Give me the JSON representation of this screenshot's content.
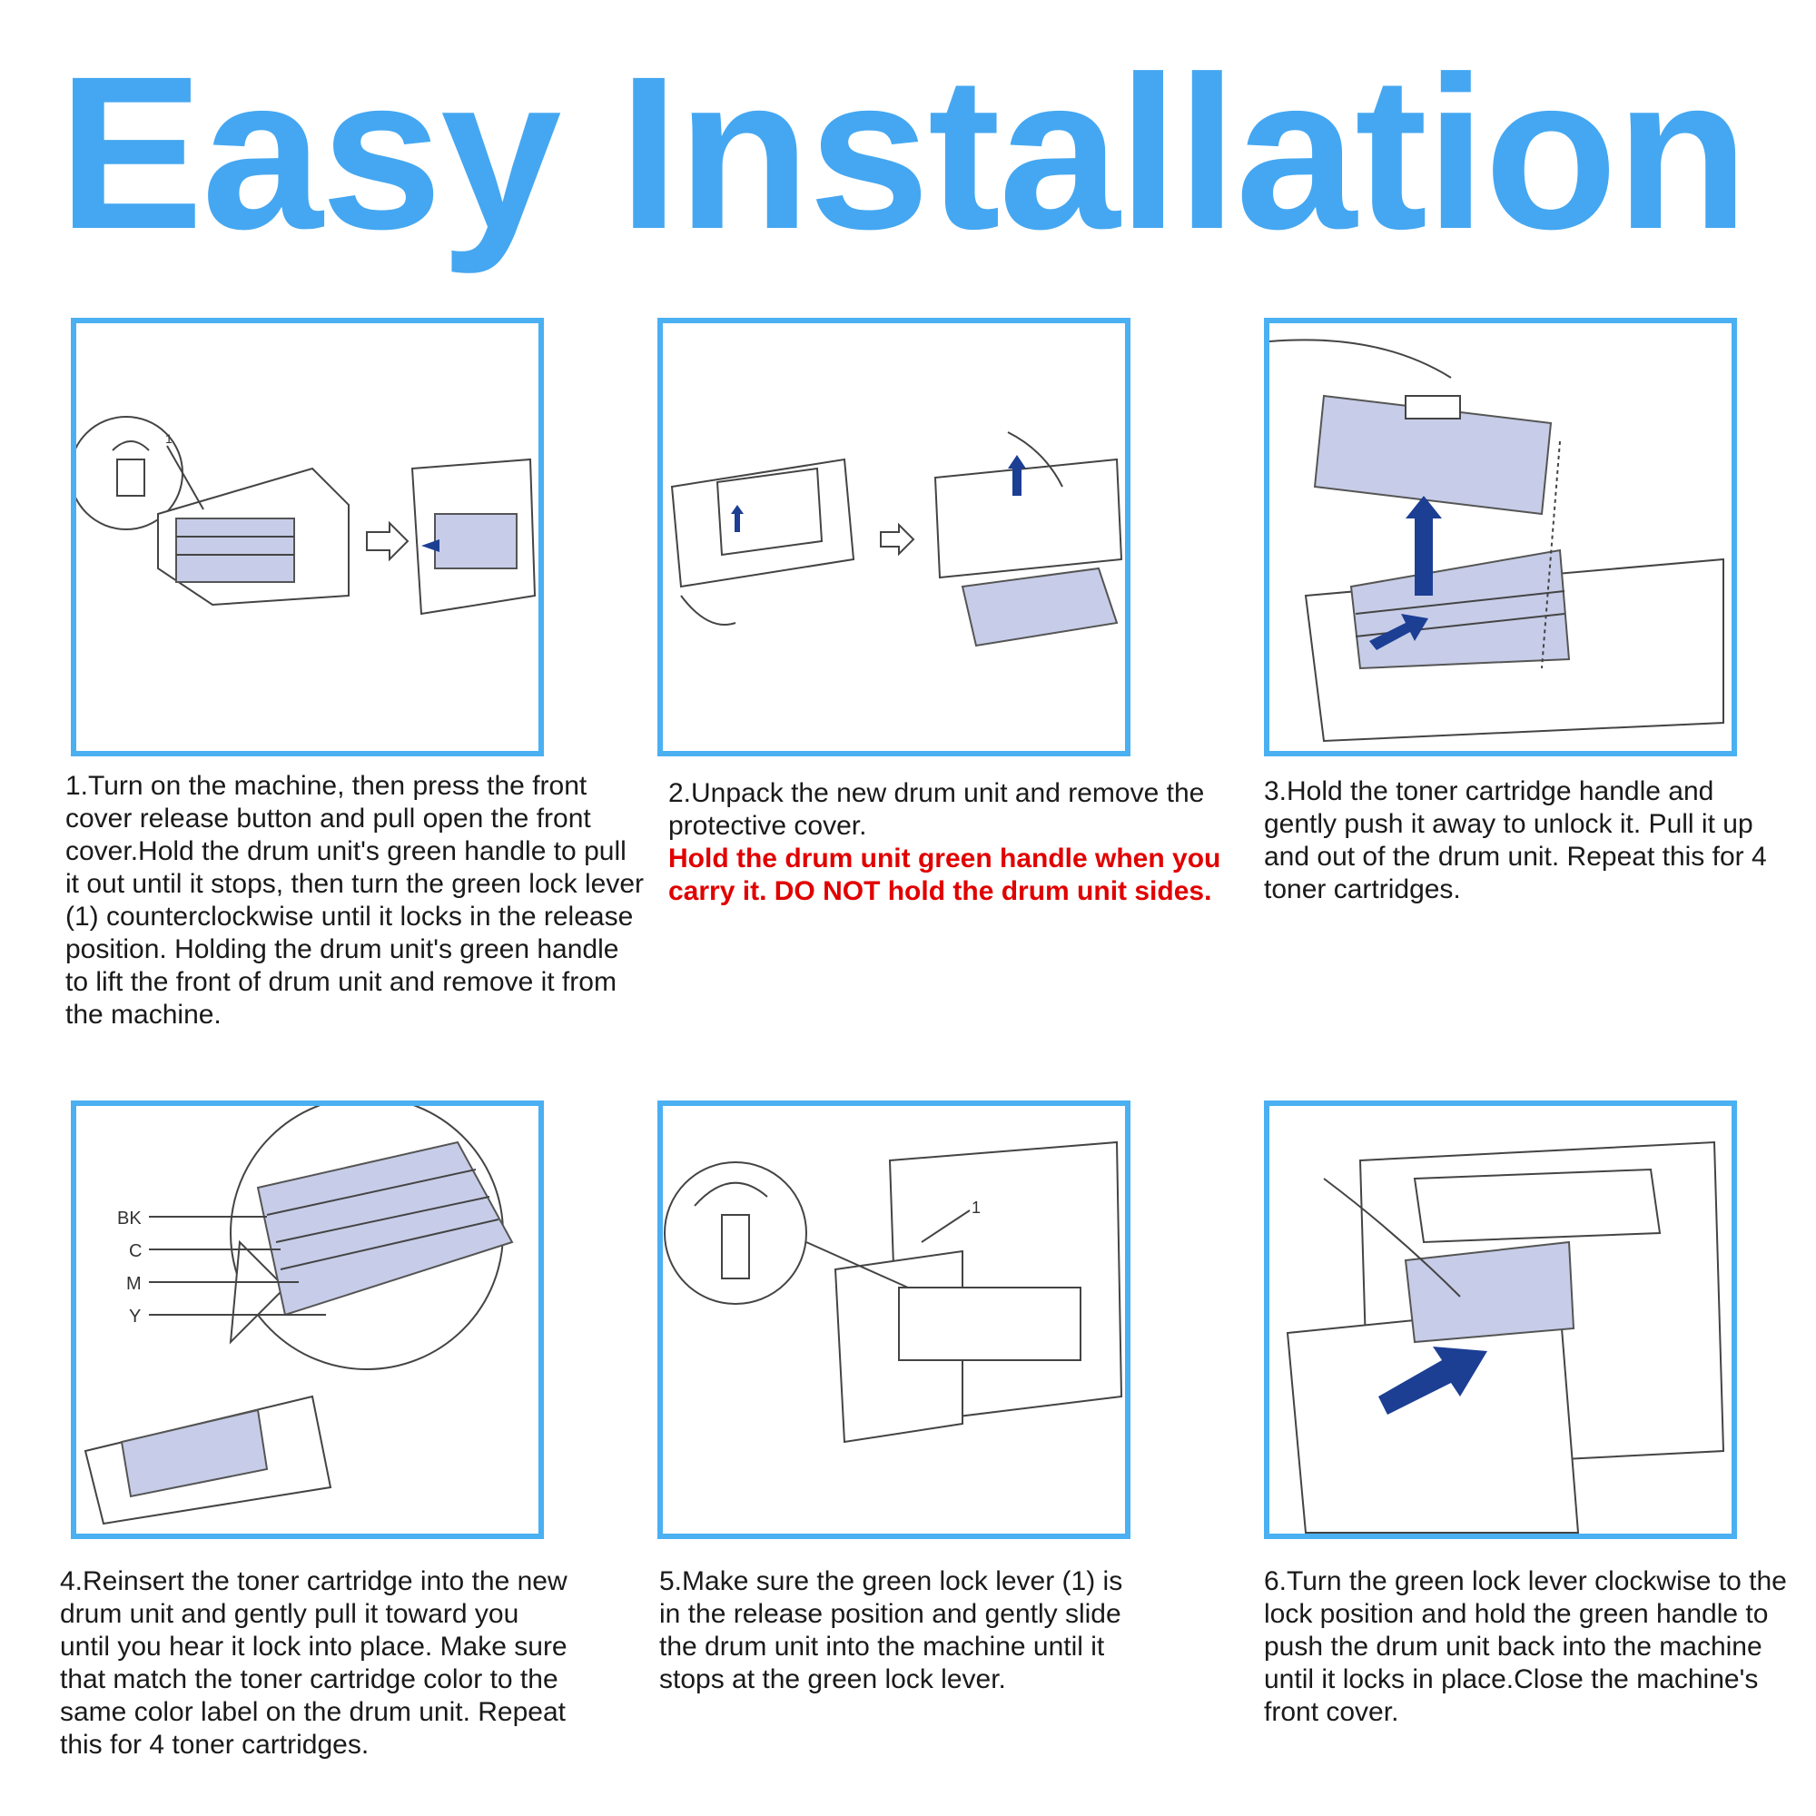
{
  "title": "Easy Installation",
  "steps": [
    {
      "text": "1.Turn on the machine, then press the front cover release button and pull open the front cover.Hold the drum unit's green handle to pull it out until it stops, then turn the green lock lever (1) counterclockwise until it locks in the release position. Holding the drum unit's green handle to lift the front of drum unit and remove it from the machine.",
      "callout": "1"
    },
    {
      "text": "2.Unpack the new drum unit and remove the protective cover.",
      "warning": "Hold the drum unit green handle when you carry it. DO NOT hold the drum unit sides."
    },
    {
      "text": "3.Hold the toner cartridge handle and gently push it away to unlock it. Pull it up and out of the drum unit. Repeat this for 4 toner cartridges."
    },
    {
      "text": "4.Reinsert the toner cartridge into the new drum unit and gently pull it toward you until you hear it lock into place. Make sure that match the toner cartridge color to the same color label on the drum unit. Repeat this for 4 toner cartridges.",
      "labels": [
        "BK",
        "C",
        "M",
        "Y"
      ]
    },
    {
      "text": "5.Make sure the green lock lever (1) is in the release position and gently slide the drum unit into the machine until it stops at the green lock lever.",
      "callout": "1"
    },
    {
      "text": "6.Turn the green lock lever clockwise to the lock position and hold the green handle to push the drum unit back into the machine until it locks in place.Close the machine's front cover."
    }
  ],
  "colors": {
    "title": "#45a7f1",
    "frame": "#4ab0f2",
    "warning": "#e10000",
    "arrow": "#1c3f94",
    "toner": "#c7cde8"
  }
}
